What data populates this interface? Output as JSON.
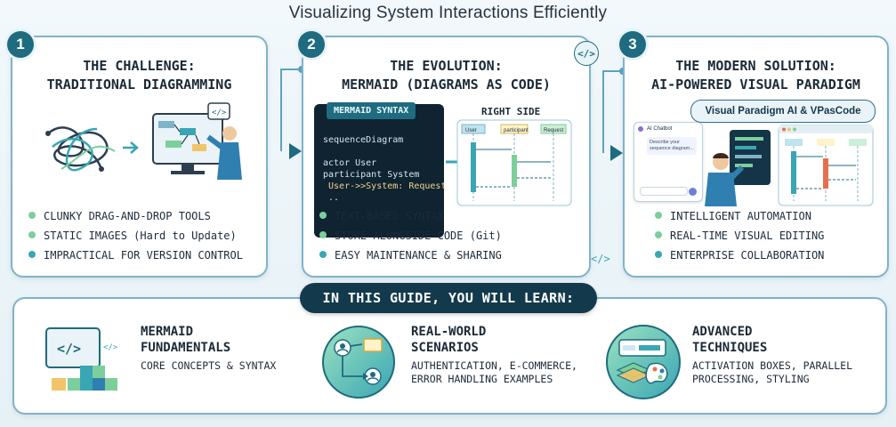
{
  "title": "Visualizing System Interactions Efficiently",
  "colors": {
    "accent": "#1f6b7f",
    "bullet_green": "#7ccf9a",
    "bullet_teal": "#3aa6b4",
    "dark": "#133a4c"
  },
  "panels": [
    {
      "number": "1",
      "title_line1": "THE CHALLENGE:",
      "title_line2": "TRADITIONAL DIAGRAMMING",
      "bullets": [
        "CLUNKY DRAG-AND-DROP TOOLS",
        "STATIC IMAGES (Hard to Update)",
        "IMPRACTICAL FOR VERSION CONTROL"
      ]
    },
    {
      "number": "2",
      "title_line1": "THE EVOLUTION:",
      "title_line2": "MERMAID (DIAGRAMS AS CODE)",
      "code_header": "MERMAID SYNTAX",
      "code_lines": [
        "sequenceDiagram",
        "",
        "actor User",
        "participant System",
        " User->>System: Request",
        " .."
      ],
      "right_label": "RIGHT SIDE",
      "diagram_labels": [
        "User",
        "participant",
        "Request"
      ],
      "bullets": [
        "TEXT-BASED SYNTAX",
        "STORE ALONGSIDE CODE (Git)",
        "EASY MAINTENANCE & SHARING"
      ]
    },
    {
      "number": "3",
      "title_line1": "THE MODERN SOLUTION:",
      "title_line2": "AI-POWERED VISUAL PARADIGM",
      "badge": "Visual Paradigm AI & VPasCode",
      "chat_title": "AI Chatbot",
      "chat_msg": "Describe your sequence diagram...",
      "bullets": [
        "INTELLIGENT AUTOMATION",
        "REAL-TIME VISUAL EDITING",
        "ENTERPRISE COLLABORATION"
      ]
    }
  ],
  "code_tag_icon": "</>",
  "learn": {
    "heading": "IN THIS GUIDE, YOU WILL LEARN:",
    "items": [
      {
        "title1": "MERMAID",
        "title2": "FUNDAMENTALS",
        "desc1": "CORE CONCEPTS & SYNTAX",
        "desc2": "",
        "icon": "code-blocks-icon"
      },
      {
        "title1": "REAL-WORLD",
        "title2": "SCENARIOS",
        "desc1": "AUTHENTICATION, E-COMMERCE,",
        "desc2": "ERROR HANDLING EXAMPLES",
        "icon": "flow-scenario-icon"
      },
      {
        "title1": "ADVANCED",
        "title2": "TECHNIQUES",
        "desc1": "ACTIVATION BOXES, PARALLEL",
        "desc2": "PROCESSING, STYLING",
        "icon": "palette-layers-icon"
      }
    ]
  }
}
